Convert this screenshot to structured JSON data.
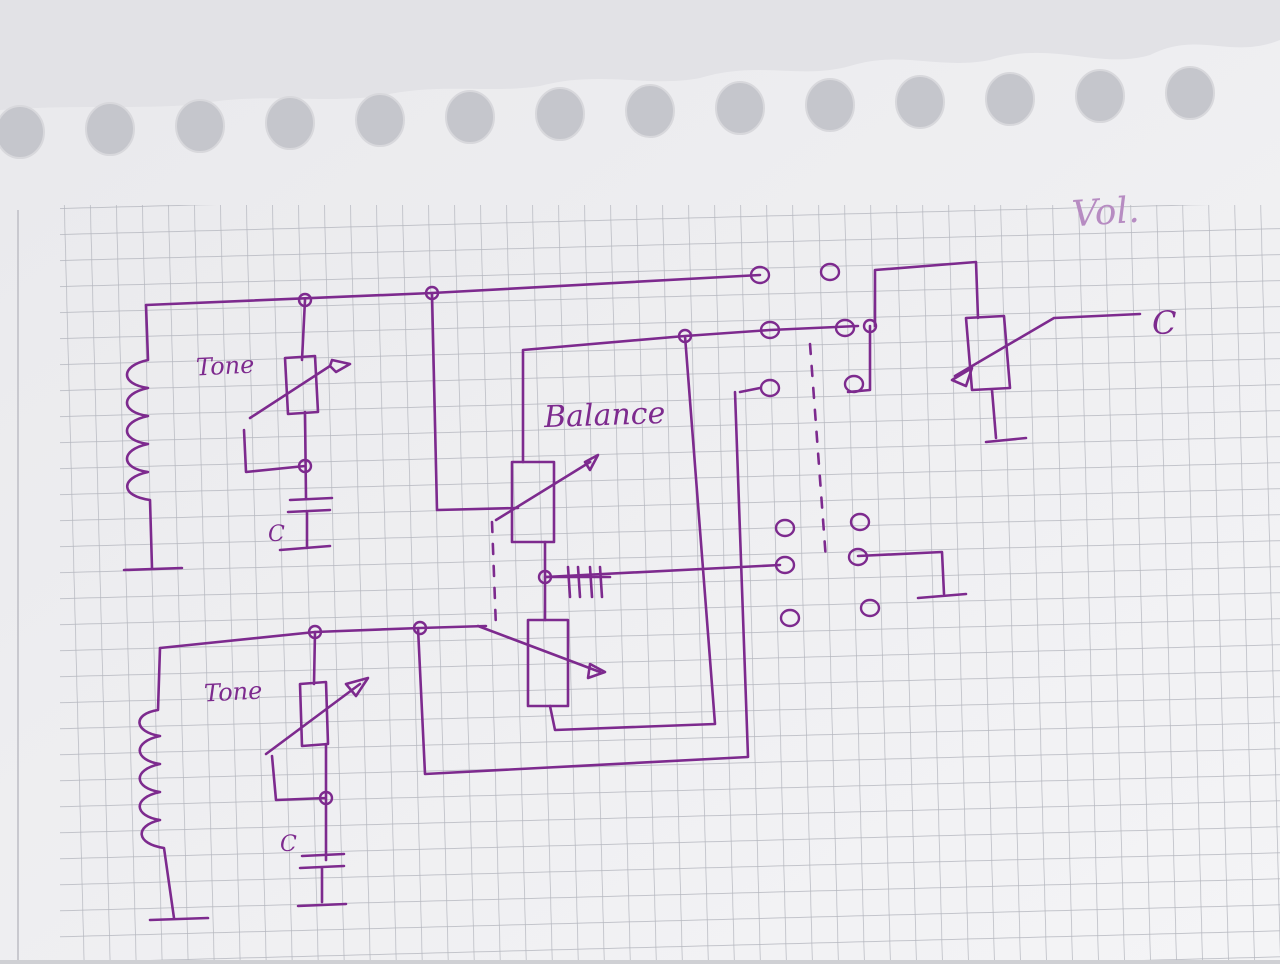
{
  "labels": {
    "volume": "Vol.",
    "balance": "Balance",
    "tone_upper": "Tone",
    "tone_lower": "Tone",
    "cap_upper": "C",
    "cap_lower": "C",
    "output": "C"
  },
  "colors": {
    "ink": "#7d2a8e",
    "paper": "#f3f3f5",
    "grid": "#b9bac2",
    "background": "#cfd0d4"
  }
}
